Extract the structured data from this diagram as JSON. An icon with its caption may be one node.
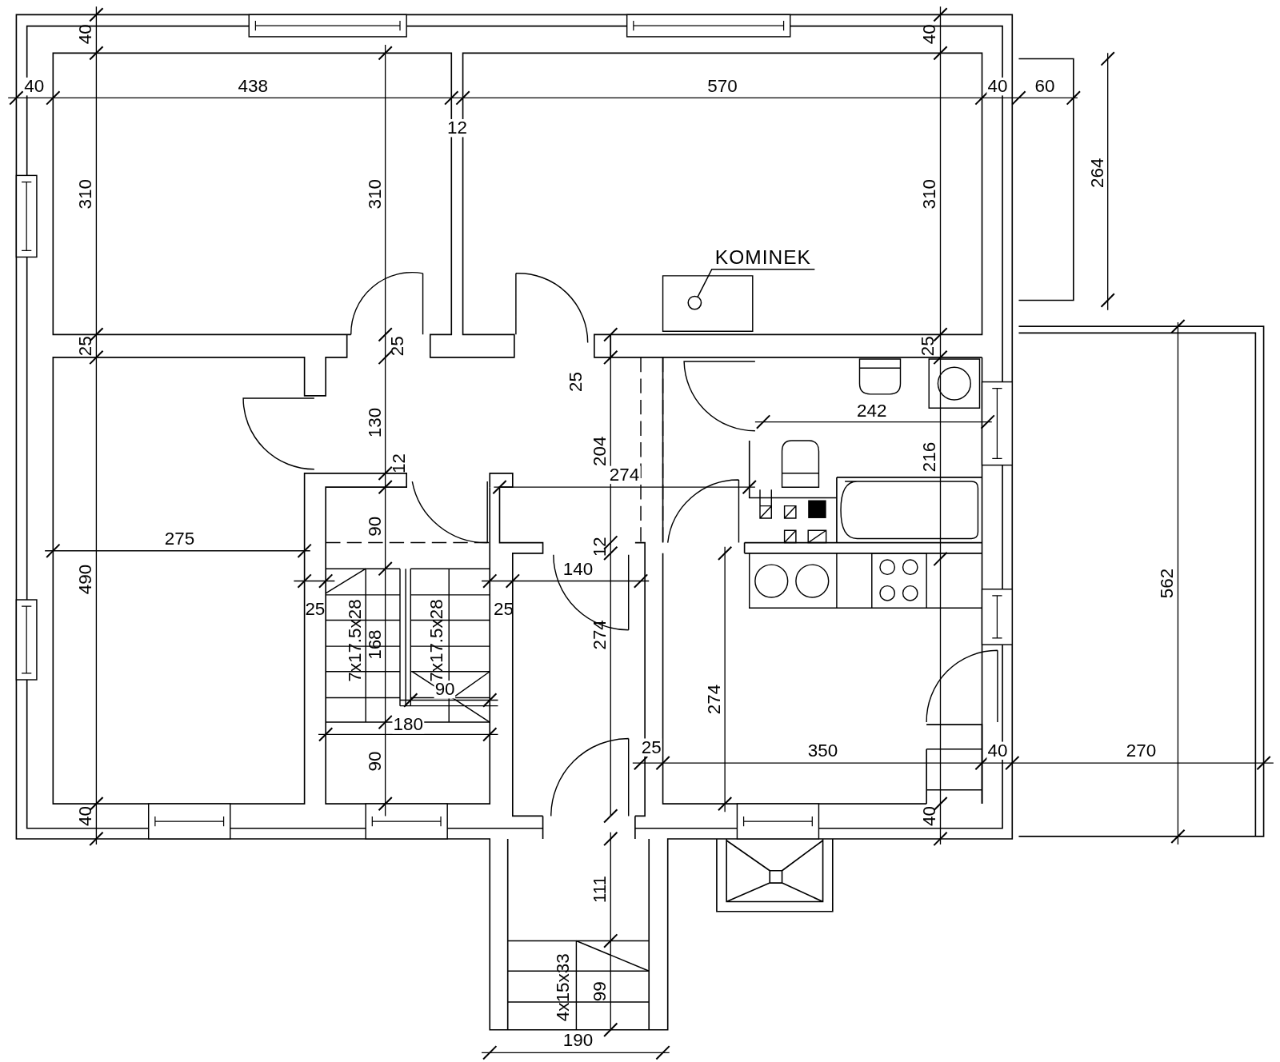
{
  "diagram": {
    "nodes": [
      {
        "text": [
          "KOMINEK"
        ]
      },
      {
        "text": [],
        "shape": "circle"
      }
    ],
    "edges": [
      {
        "from": 0,
        "to": 1,
        "arrow": "none"
      }
    ],
    "labels": [
      "40",
      "40",
      "40",
      "438",
      "570",
      "40",
      "60",
      "12",
      "264",
      "310",
      "310",
      "310",
      "25",
      "25",
      "25",
      "25",
      "242",
      "130",
      "204",
      "216",
      "12",
      "274",
      "90",
      "275",
      "12",
      "140",
      "490",
      "562",
      "25",
      "25",
      "7x17.5x28",
      "168",
      "7x17.5x28",
      "274",
      "90",
      "274",
      "180",
      "25",
      "350",
      "40",
      "270",
      "90",
      "40",
      "40",
      "111",
      "4x15x33",
      "99",
      "190"
    ]
  }
}
